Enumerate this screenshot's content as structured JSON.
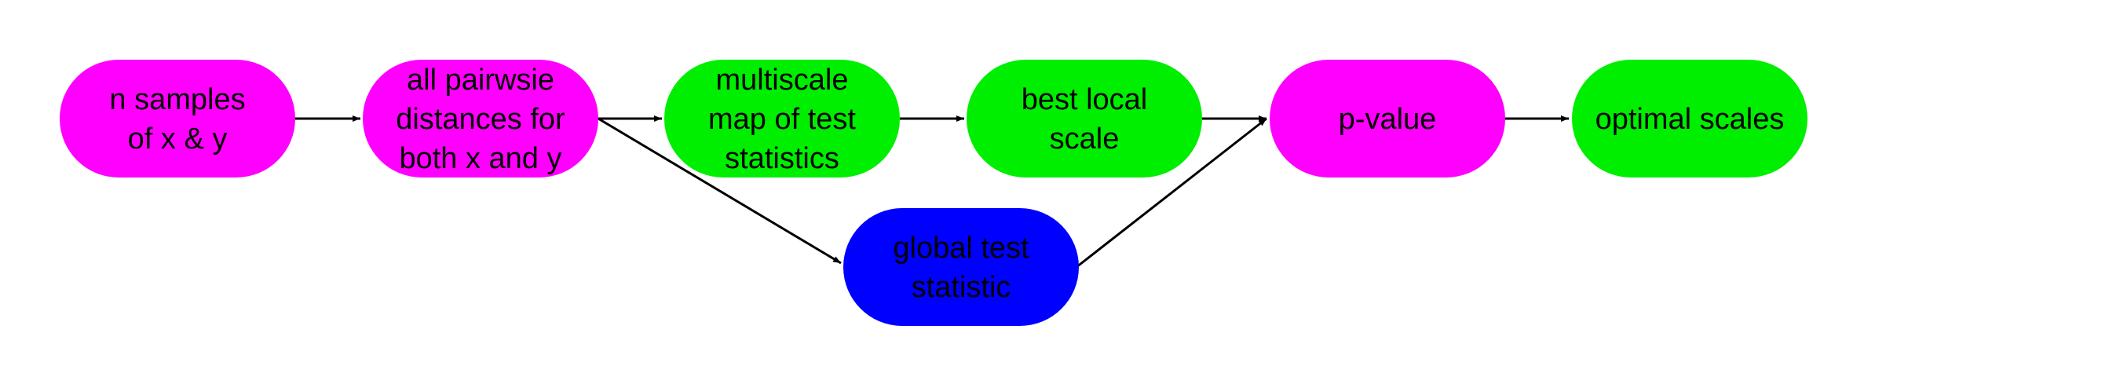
{
  "nodes": {
    "samples": {
      "lines": [
        "n samples",
        "of x & y"
      ],
      "color": "#ff00ff"
    },
    "distances": {
      "lines": [
        "all pairwsie",
        "distances for",
        "both x and y"
      ],
      "color": "#ff00ff"
    },
    "multiscale": {
      "lines": [
        "multiscale",
        "map of test",
        "statistics"
      ],
      "color": "#00ee00"
    },
    "bestlocal": {
      "lines": [
        "best local",
        "scale"
      ],
      "color": "#00ee00"
    },
    "pvalue": {
      "lines": [
        "p-value"
      ],
      "color": "#ff00ff"
    },
    "optimal": {
      "lines": [
        "optimal scales"
      ],
      "color": "#00ee00"
    },
    "globaltest": {
      "lines": [
        "global test",
        "statistic"
      ],
      "color": "#0000ff"
    }
  },
  "edges": [
    {
      "from": "samples",
      "to": "distances"
    },
    {
      "from": "distances",
      "to": "multiscale"
    },
    {
      "from": "multiscale",
      "to": "bestlocal"
    },
    {
      "from": "bestlocal",
      "to": "pvalue"
    },
    {
      "from": "pvalue",
      "to": "optimal"
    },
    {
      "from": "distances",
      "to": "globaltest"
    },
    {
      "from": "globaltest",
      "to": "pvalue"
    }
  ]
}
